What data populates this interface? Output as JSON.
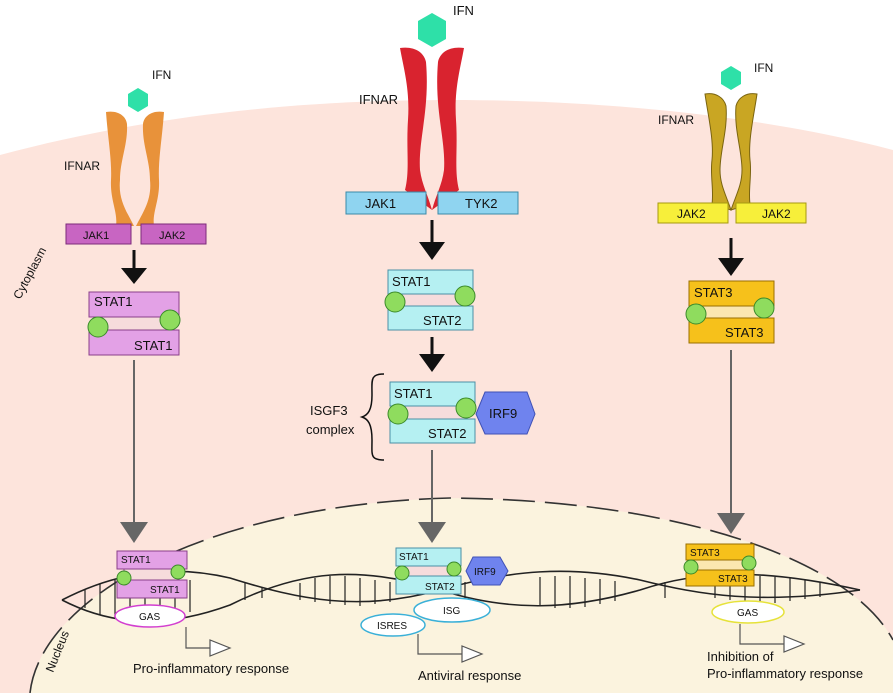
{
  "colors": {
    "cytoplasm": "#fde4dc",
    "nucleus": "#fbf3de",
    "ifn": "#2ee0a8",
    "receptor_left": "#e8923a",
    "receptor_mid": "#d9232f",
    "receptor_right": "#c9a623",
    "jak_left": "#c865c2",
    "jak_mid": "#8fd4f0",
    "jak_right": "#f7ef3a",
    "stat_left": "#e3a1e6",
    "stat_mid": "#b5f0f2",
    "stat_right": "#f6c11b",
    "phospho": "#8fdc5e",
    "irf9": "#6f83ee"
  },
  "compartments": {
    "cytoplasm": "Cytoplasm",
    "nucleus": "Nucleus"
  },
  "left": {
    "ifn": "IFN",
    "receptor": "IFNAR",
    "jak_a": "JAK1",
    "jak_b": "JAK2",
    "stat_top": "STAT1",
    "stat_bottom": "STAT1",
    "nuc_stat_top": "STAT1",
    "nuc_stat_bottom": "STAT1",
    "element": "GAS",
    "response": "Pro-inflammatory response"
  },
  "middle": {
    "ifn": "IFN",
    "receptor": "IFNAR",
    "jak_a": "JAK1",
    "jak_b": "TYK2",
    "stat_top": "STAT1",
    "stat_bottom": "STAT2",
    "complex_stat_top": "STAT1",
    "complex_stat_bottom": "STAT2",
    "irf9": "IRF9",
    "complex_label_1": "ISGF3",
    "complex_label_2": "complex",
    "nuc_stat_top": "STAT1",
    "nuc_stat_bottom": "STAT2",
    "nuc_irf9": "IRF9",
    "element_isg": "ISG",
    "element_isres": "ISRES",
    "response": "Antiviral response"
  },
  "right": {
    "ifn": "IFN",
    "receptor": "IFNAR",
    "jak_a": "JAK2",
    "jak_b": "JAK2",
    "stat_top": "STAT3",
    "stat_bottom": "STAT3",
    "nuc_stat_top": "STAT3",
    "nuc_stat_bottom": "STAT3",
    "element": "GAS",
    "response_1": "Inhibition of",
    "response_2": "Pro-inflammatory response"
  }
}
